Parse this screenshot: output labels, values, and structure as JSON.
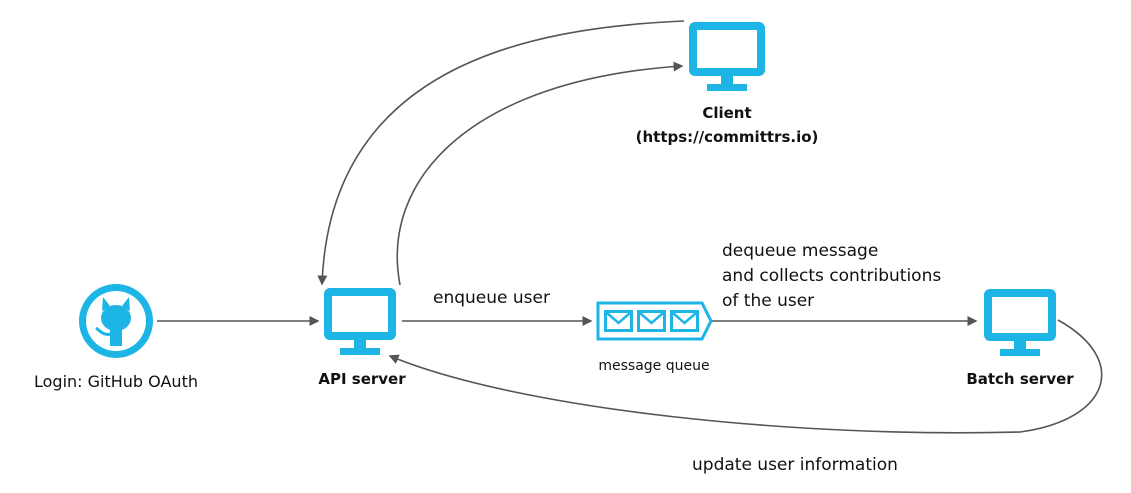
{
  "colors": {
    "accent": "#1DB5E6",
    "edge": "#555555",
    "text": "#111111"
  },
  "nodes": {
    "github": {
      "icon": "github-octocat-icon",
      "label": "Login: GitHub OAuth"
    },
    "api_server": {
      "icon": "monitor-icon",
      "label": "API server"
    },
    "client": {
      "icon": "monitor-icon",
      "label_line1": "Client",
      "label_line2": "(https://committrs.io)"
    },
    "message_queue": {
      "icon": "message-queue-icon",
      "label": "message queue"
    },
    "batch_server": {
      "icon": "monitor-icon",
      "label": "Batch server"
    }
  },
  "edges": {
    "enqueue": {
      "label": "enqueue user"
    },
    "dequeue": {
      "label_line1": "dequeue message",
      "label_line2": "and collects contributions",
      "label_line3": "of the user"
    },
    "update": {
      "label": "update user information"
    }
  }
}
